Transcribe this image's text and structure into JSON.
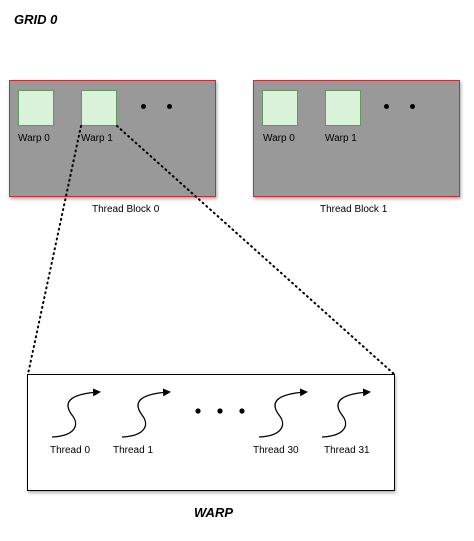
{
  "grid_title": "GRID 0",
  "warp_title": "WARP",
  "blocks": [
    {
      "label": "Thread Block 0",
      "warps": [
        "Warp 0",
        "Warp 1"
      ]
    },
    {
      "label": "Thread Block 1",
      "warps": [
        "Warp 0",
        "Warp 1"
      ]
    }
  ],
  "threads": [
    "Thread 0",
    "Thread 1",
    "Thread 30",
    "Thread 31"
  ],
  "colors": {
    "block_fill": "#999999",
    "block_border": "#c0303a",
    "warp_fill": "#d9f2d9",
    "warp_border": "#5e9a5e"
  }
}
